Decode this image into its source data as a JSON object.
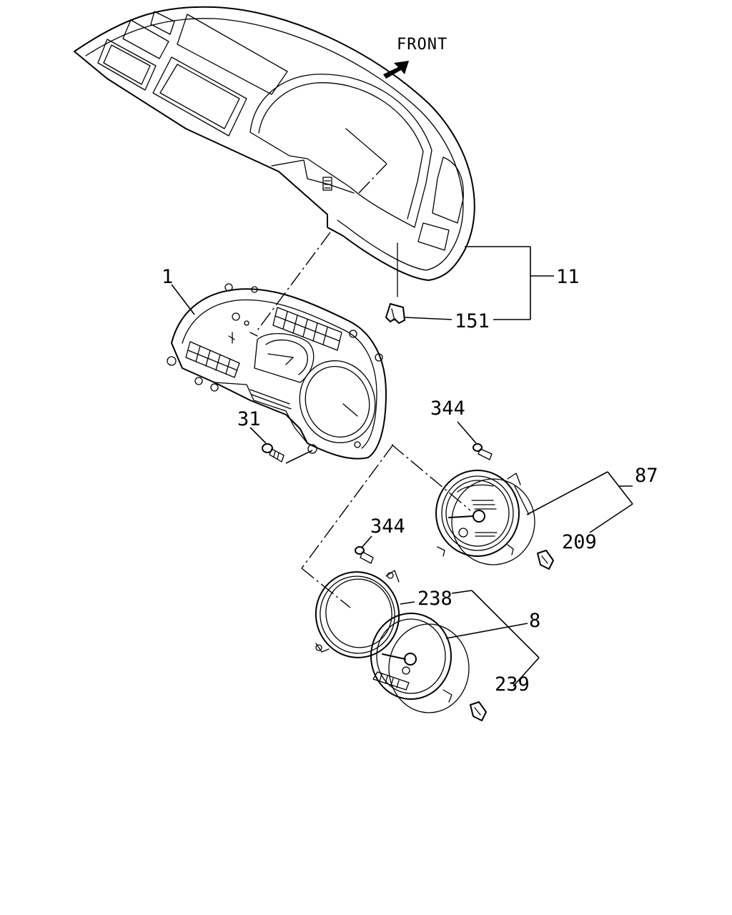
{
  "diagram": {
    "front_label": "FRONT",
    "callouts": {
      "c1": "1",
      "c11": "11",
      "c151": "151",
      "c31": "31",
      "c344a": "344",
      "c344b": "344",
      "c87": "87",
      "c209": "209",
      "c238": "238",
      "c8": "8",
      "c239": "239"
    },
    "icons": {
      "front_arrow": "arrow-up-right-icon"
    }
  }
}
